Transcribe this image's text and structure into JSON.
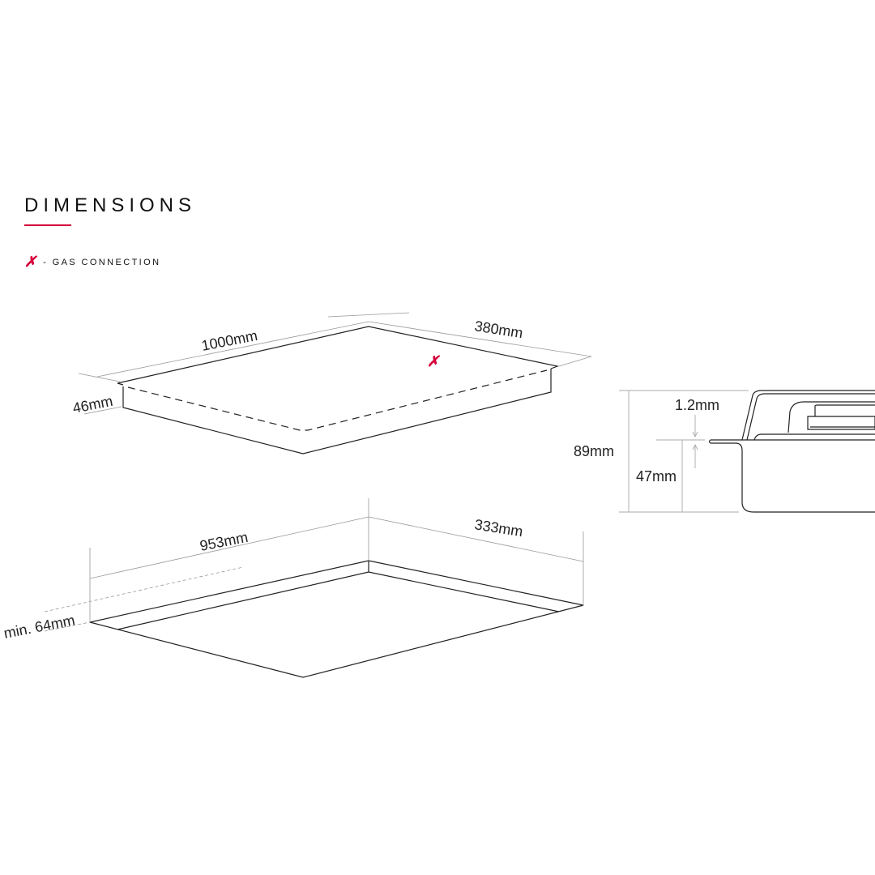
{
  "title": "DIMENSIONS",
  "legend": {
    "marker": "✗",
    "text": "- GAS CONNECTION"
  },
  "colors": {
    "accent": "#d6003a",
    "line": "#222222",
    "dim_line": "#999999"
  },
  "top_view": {
    "width_label": "1000mm",
    "depth_label": "380mm",
    "height_label": "46mm",
    "gas_marker": "✗"
  },
  "cutout_view": {
    "width_label": "953mm",
    "depth_label": "333mm",
    "clearance_label": "min. 64mm"
  },
  "side_view": {
    "total_label": "89mm",
    "glass_label": "1.2mm",
    "body_label": "47mm"
  }
}
